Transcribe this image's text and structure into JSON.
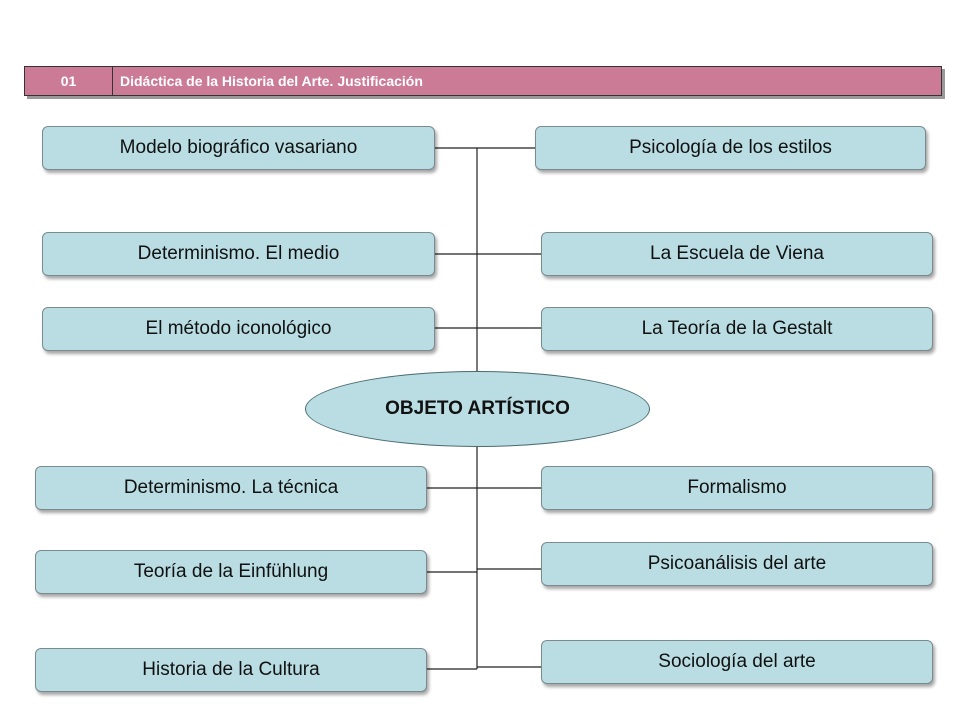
{
  "header": {
    "number": "01",
    "title": "Didáctica de la Historia del Arte. Justificación"
  },
  "center": {
    "label": "OBJETO ARTÍSTICO"
  },
  "left_boxes": [
    "Modelo biográfico vasariano",
    "Determinismo. El medio",
    "El método iconológico",
    "Determinismo. La técnica",
    "Teoría de la Einfühlung",
    "Historia de la Cultura"
  ],
  "right_boxes": [
    "Psicología de los estilos",
    "La Escuela de Viena",
    "La Teoría de la Gestalt",
    "Formalismo",
    "Psicoanálisis del arte",
    "Sociología del arte"
  ],
  "colors": {
    "header": "#cc7b96",
    "box": "#b9dde2"
  }
}
